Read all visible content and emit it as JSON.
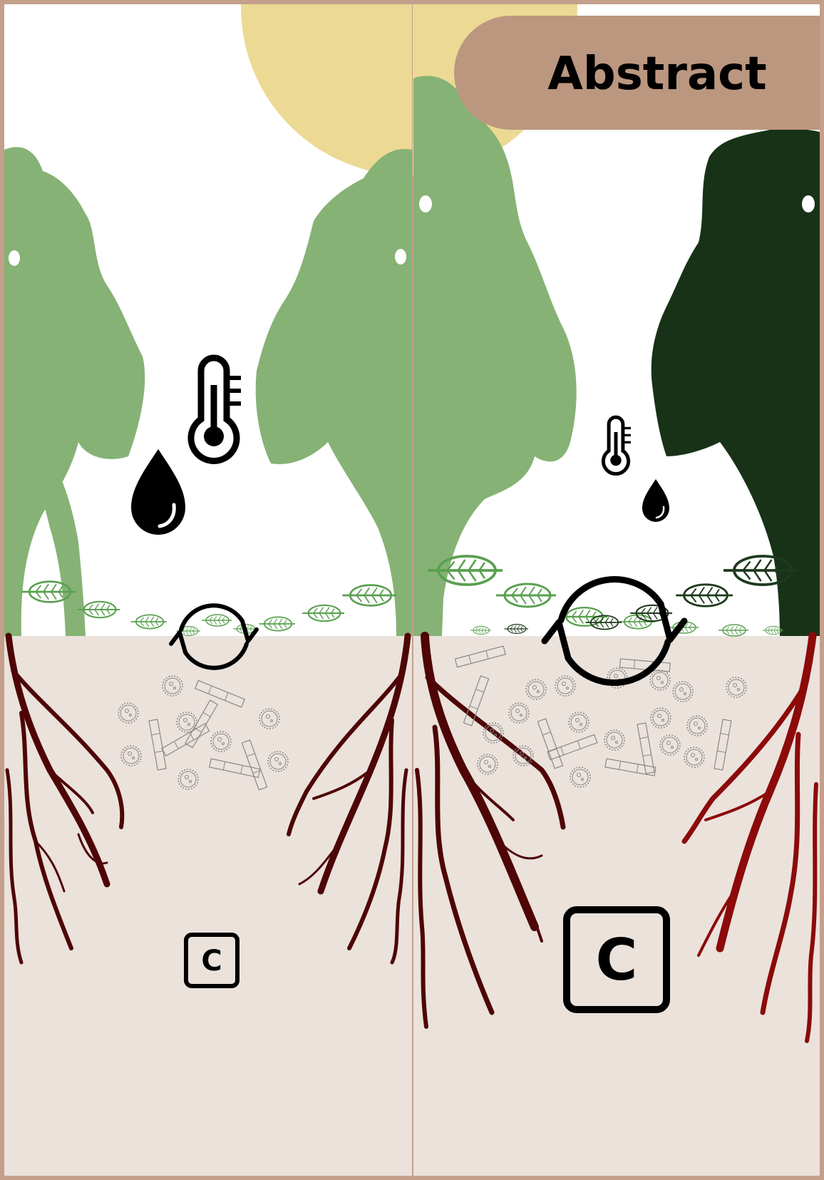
{
  "badge": {
    "label": "Abstract"
  },
  "carbon_symbol": {
    "letter": "C"
  },
  "colors": {
    "border": "#c49f8c",
    "badge": "#bb977f",
    "sun": "#ecd994",
    "sky": "#ffffff",
    "soil": "#ebe2dc",
    "tree_light": "#86b275",
    "tree_dark": "#183218",
    "root_dark": "#4e0505",
    "root_red": "#8c0a0a",
    "leaf_green": "#5aa050",
    "leaf_dark": "#1d3a1d",
    "icon": "#000000",
    "microbe": "#888888"
  },
  "panels": [
    {
      "name": "left-panel",
      "trees": [
        "light",
        "light"
      ],
      "roots": [
        "dark",
        "dark"
      ],
      "climate_icons": "large",
      "cycle_icon": "small",
      "carbon_icon": "small"
    },
    {
      "name": "right-panel",
      "trees": [
        "light",
        "dark"
      ],
      "roots": [
        "dark",
        "red"
      ],
      "climate_icons": "small",
      "cycle_icon": "large",
      "carbon_icon": "large"
    }
  ]
}
